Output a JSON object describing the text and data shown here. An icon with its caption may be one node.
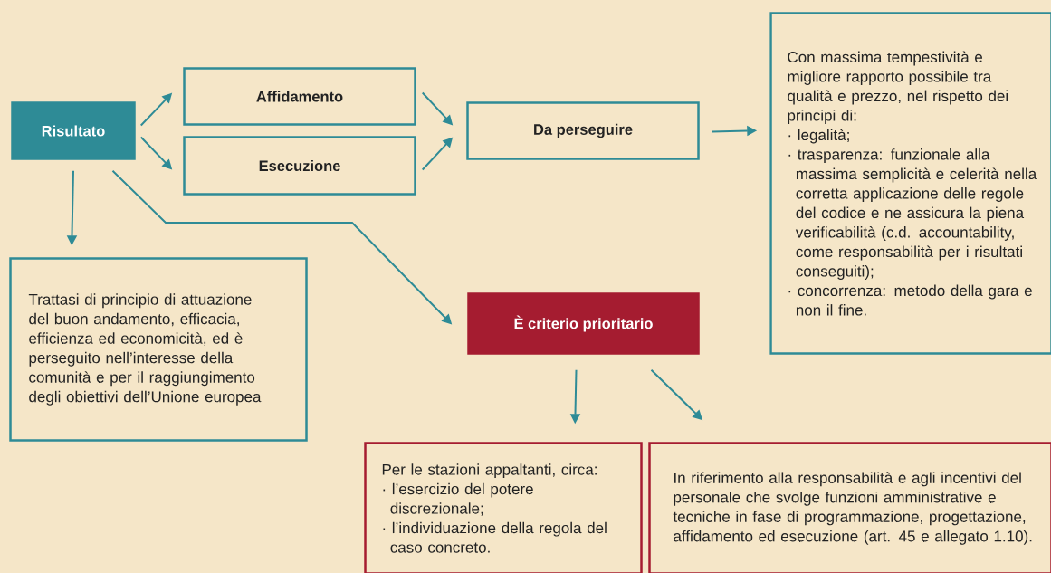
{
  "diagram": {
    "nodes": [
      {
        "text": [
          "Risultato"
        ]
      },
      {
        "text": [
          "Affidamento"
        ]
      },
      {
        "text": [
          "Esecuzione"
        ]
      },
      {
        "text": [
          "Da perseguire"
        ]
      },
      {
        "text": [
          "Con massima tempestività e migliore rapporto possibile tra qualità e prezzo, nel rispetto dei principi di:",
          "· legalità;",
          "· trasparenza: funzionale alla massima semplicità e celerità nella corretta applicazione delle regole del codice e ne assicura la piena verificabilità (c.d. accountability, come responsabilità per i risultati conseguiti);",
          "· concorrenza: metodo della gara e non il fine."
        ]
      },
      {
        "text": [
          "Trattasi di principio di attuazione del buon andamento, efficacia, efficienza ed economicità, ed è perseguito nell’interesse della comunità e per il raggiungimento degli obiettivi dell’Unione europea"
        ]
      },
      {
        "text": [
          "È criterio prioritario"
        ]
      },
      {
        "text": [
          "Per le stazioni appaltanti, circa:",
          "· l’esercizio del potere discrezionale;",
          "· l’individuazione della regola del caso concreto."
        ]
      },
      {
        "text": [
          "In riferimento alla responsabilità e agli incentivi del personale che svolge funzioni amministrative e tecniche in fase di programmazione, progettazione, affidamento ed esecuzione (art. 45 e allegato 1.10)."
        ]
      }
    ],
    "edges": [
      {
        "from": 0,
        "to": 1,
        "arrow": "to"
      },
      {
        "from": 0,
        "to": 2,
        "arrow": "to"
      },
      {
        "from": 1,
        "to": 3,
        "arrow": "to"
      },
      {
        "from": 2,
        "to": 3,
        "arrow": "to"
      },
      {
        "from": 3,
        "to": 4,
        "arrow": "to"
      },
      {
        "from": 0,
        "to": 5,
        "arrow": "to"
      },
      {
        "from": 0,
        "to": 6,
        "arrow": "to"
      },
      {
        "from": 6,
        "to": 7,
        "arrow": "to"
      },
      {
        "from": 6,
        "to": 8,
        "arrow": "to"
      }
    ]
  }
}
